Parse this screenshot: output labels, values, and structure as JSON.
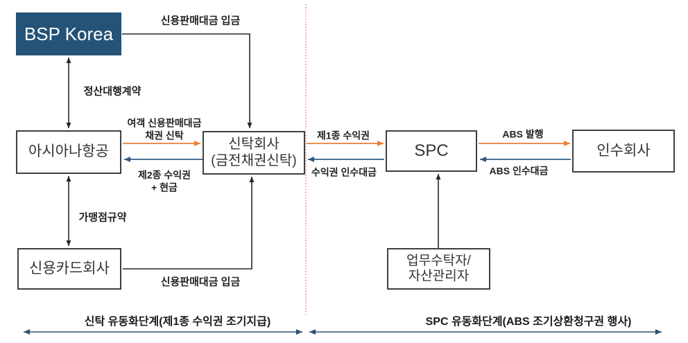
{
  "diagram": {
    "title_hint": "Asiana Airlines ABS securitization structure",
    "nodes": {
      "bsp": {
        "label": "BSP Korea"
      },
      "asiana": {
        "label": "아시아나항공"
      },
      "card": {
        "label": "신용카드회사"
      },
      "trust": {
        "line1": "신탁회사",
        "line2": "(금전채권신탁)"
      },
      "spc": {
        "label": "SPC"
      },
      "acquirer": {
        "label": "인수회사"
      },
      "admin": {
        "line1": "업무수탁자/",
        "line2": "자산관리자"
      }
    },
    "edge_labels": {
      "top_deposit": "신용판매대금 입금",
      "settlement_agency": "정산대행계약",
      "passenger_receivables_line1": "여객 신용판매대금",
      "passenger_receivables_line2": "채권 신탁",
      "class2_line1": "제2종 수익권",
      "class2_line2": "+ 현금",
      "merchant_agreement": "가맹점규약",
      "bottom_deposit": "신용판매대금 입금",
      "class1_beneficiary": "제1종 수익권",
      "beneficiary_price": "수익권 인수대금",
      "abs_issue": "ABS 발행",
      "abs_price": "ABS 인수대금"
    },
    "stages": {
      "left": "신탁 유동화단계(제1종 수익권 조기지급)",
      "right": "SPC 유동화단계(ABS 조기상환청구권 행사)"
    },
    "colors": {
      "bsp_fill": "#255377",
      "orange_arrow": "#ED7D31",
      "blue_arrow": "#2E5B85",
      "black_line": "#262626",
      "divider_red": "#FF5050",
      "stage_arrow": "#2E5070",
      "box_border": "#3F3F3F"
    }
  }
}
